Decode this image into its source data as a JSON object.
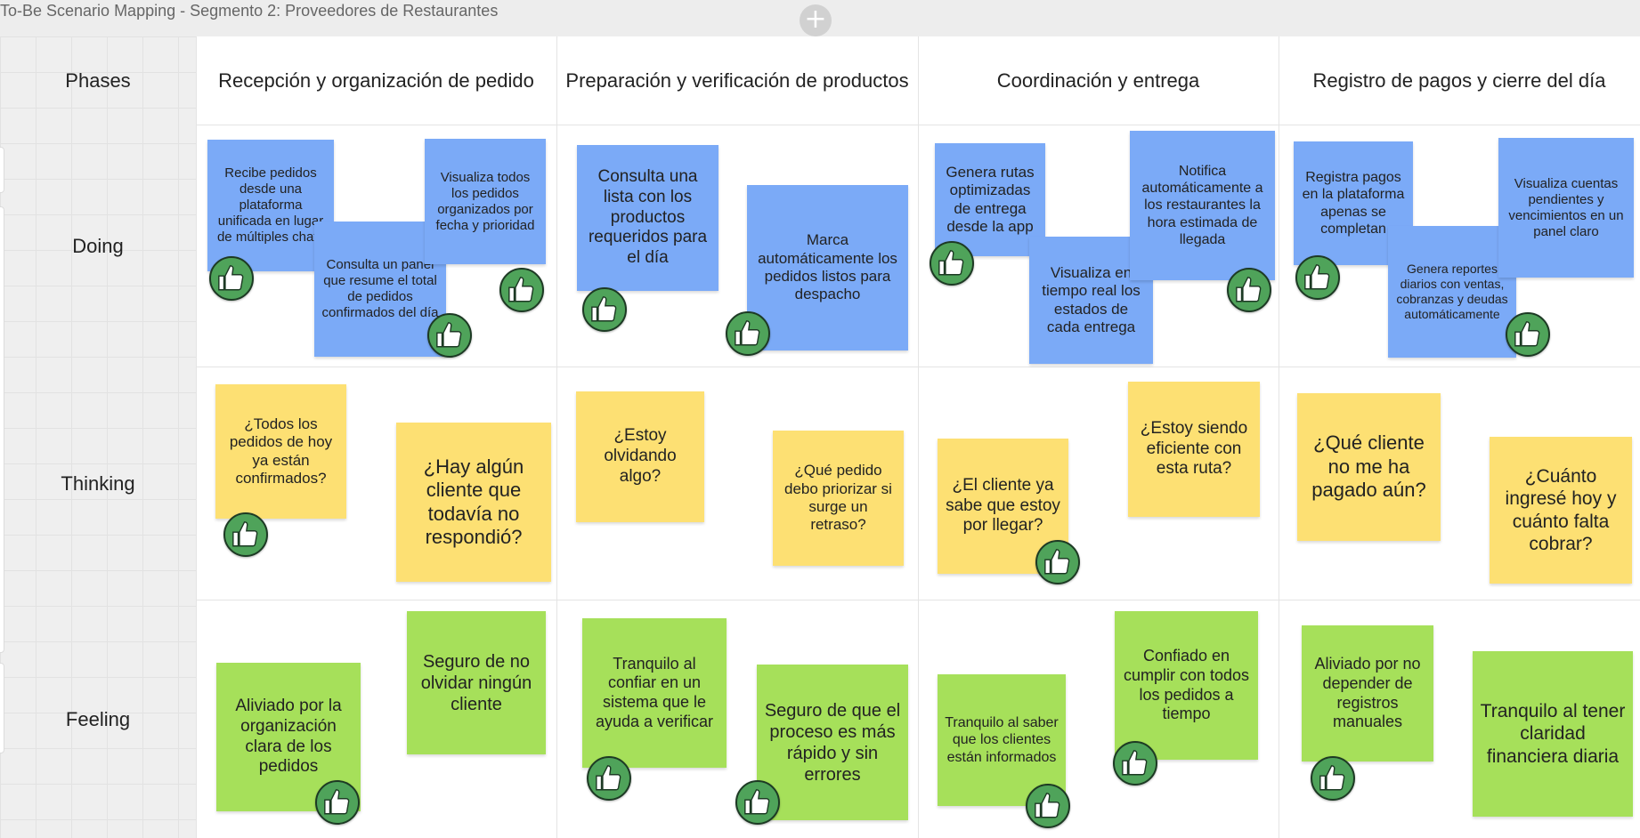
{
  "board": {
    "title": "To-Be Scenario Mapping - Segmento 2: Proveedores de Restaurantes"
  },
  "toolbar": {
    "add_symbol": "+"
  },
  "rows": [
    "Phases",
    "Doing",
    "Thinking",
    "Feeling"
  ],
  "phases": [
    "Recepción y organización de pedido",
    "Preparación y verificación de productos",
    "Coordinación y entrega",
    "Registro de pagos y cierre del día"
  ],
  "stickies": {
    "doing": [
      "Recibe pedidos desde una plataforma unificada en lugar de múltiples chats",
      "Consulta un panel que resume el total de pedidos confirmados del día",
      "Visualiza todos los pedidos organizados por fecha y prioridad",
      "Consulta una lista con los productos requeridos para el día",
      "Marca automáticamente los pedidos listos para despacho",
      "Genera rutas optimizadas de entrega desde la app",
      "Visualiza en tiempo real los estados de cada entrega",
      "Notifica automáticamente a los restaurantes la hora estimada de llegada",
      "Registra pagos en la plataforma apenas se completan",
      "Genera reportes diarios con ventas, cobranzas y deudas automáticamente",
      "Visualiza cuentas pendientes y vencimientos en un panel claro"
    ],
    "thinking": [
      "¿Todos los pedidos de hoy ya están confirmados?",
      "¿Hay algún cliente que todavía no respondió?",
      "¿Estoy olvidando algo?",
      "¿Qué pedido debo priorizar si surge un retraso?",
      "¿El cliente ya sabe que estoy por llegar?",
      "¿Estoy siendo eficiente con esta ruta?",
      "¿Qué cliente no me ha pagado aún?",
      "¿Cuánto ingresé hoy y cuánto falta cobrar?"
    ],
    "feeling": [
      "Aliviado por la organización clara de los pedidos",
      "Seguro de no olvidar ningún cliente",
      "Tranquilo al confiar en un sistema que le ayuda a verificar",
      "Seguro de que el proceso es más rápido y sin errores",
      "Tranquilo al saber que los clientes están informados",
      "Confiado en cumplir con todos los pedidos a tiempo",
      "Aliviado por no depender de registros manuales",
      "Tranquilo al tener claridad financiera diaria"
    ]
  },
  "colors": {
    "doing": "#7baaf7",
    "thinking": "#fde073",
    "feeling": "#a6e05a",
    "vote_sticker": "#4fa35a"
  },
  "icons": {
    "vote_sticker": "thumbs-up-icon",
    "add_frame": "plus-icon"
  }
}
